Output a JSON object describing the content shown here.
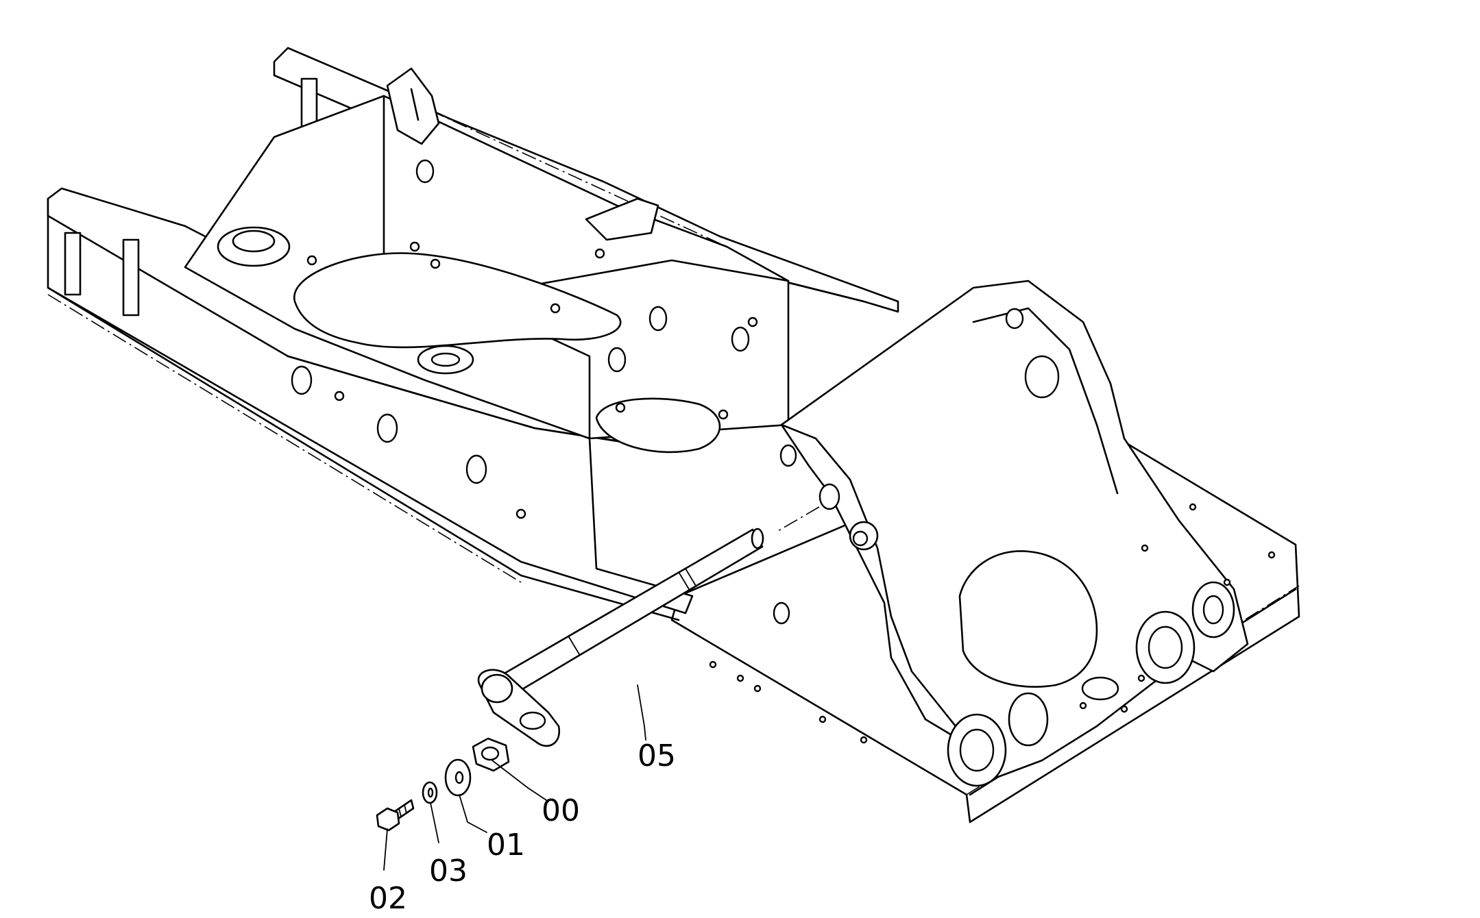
{
  "callouts": [
    {
      "id": "00",
      "text": "00"
    },
    {
      "id": "01",
      "text": "01"
    },
    {
      "id": "02",
      "text": "02"
    },
    {
      "id": "03",
      "text": "03"
    },
    {
      "id": "05",
      "text": "05"
    }
  ]
}
